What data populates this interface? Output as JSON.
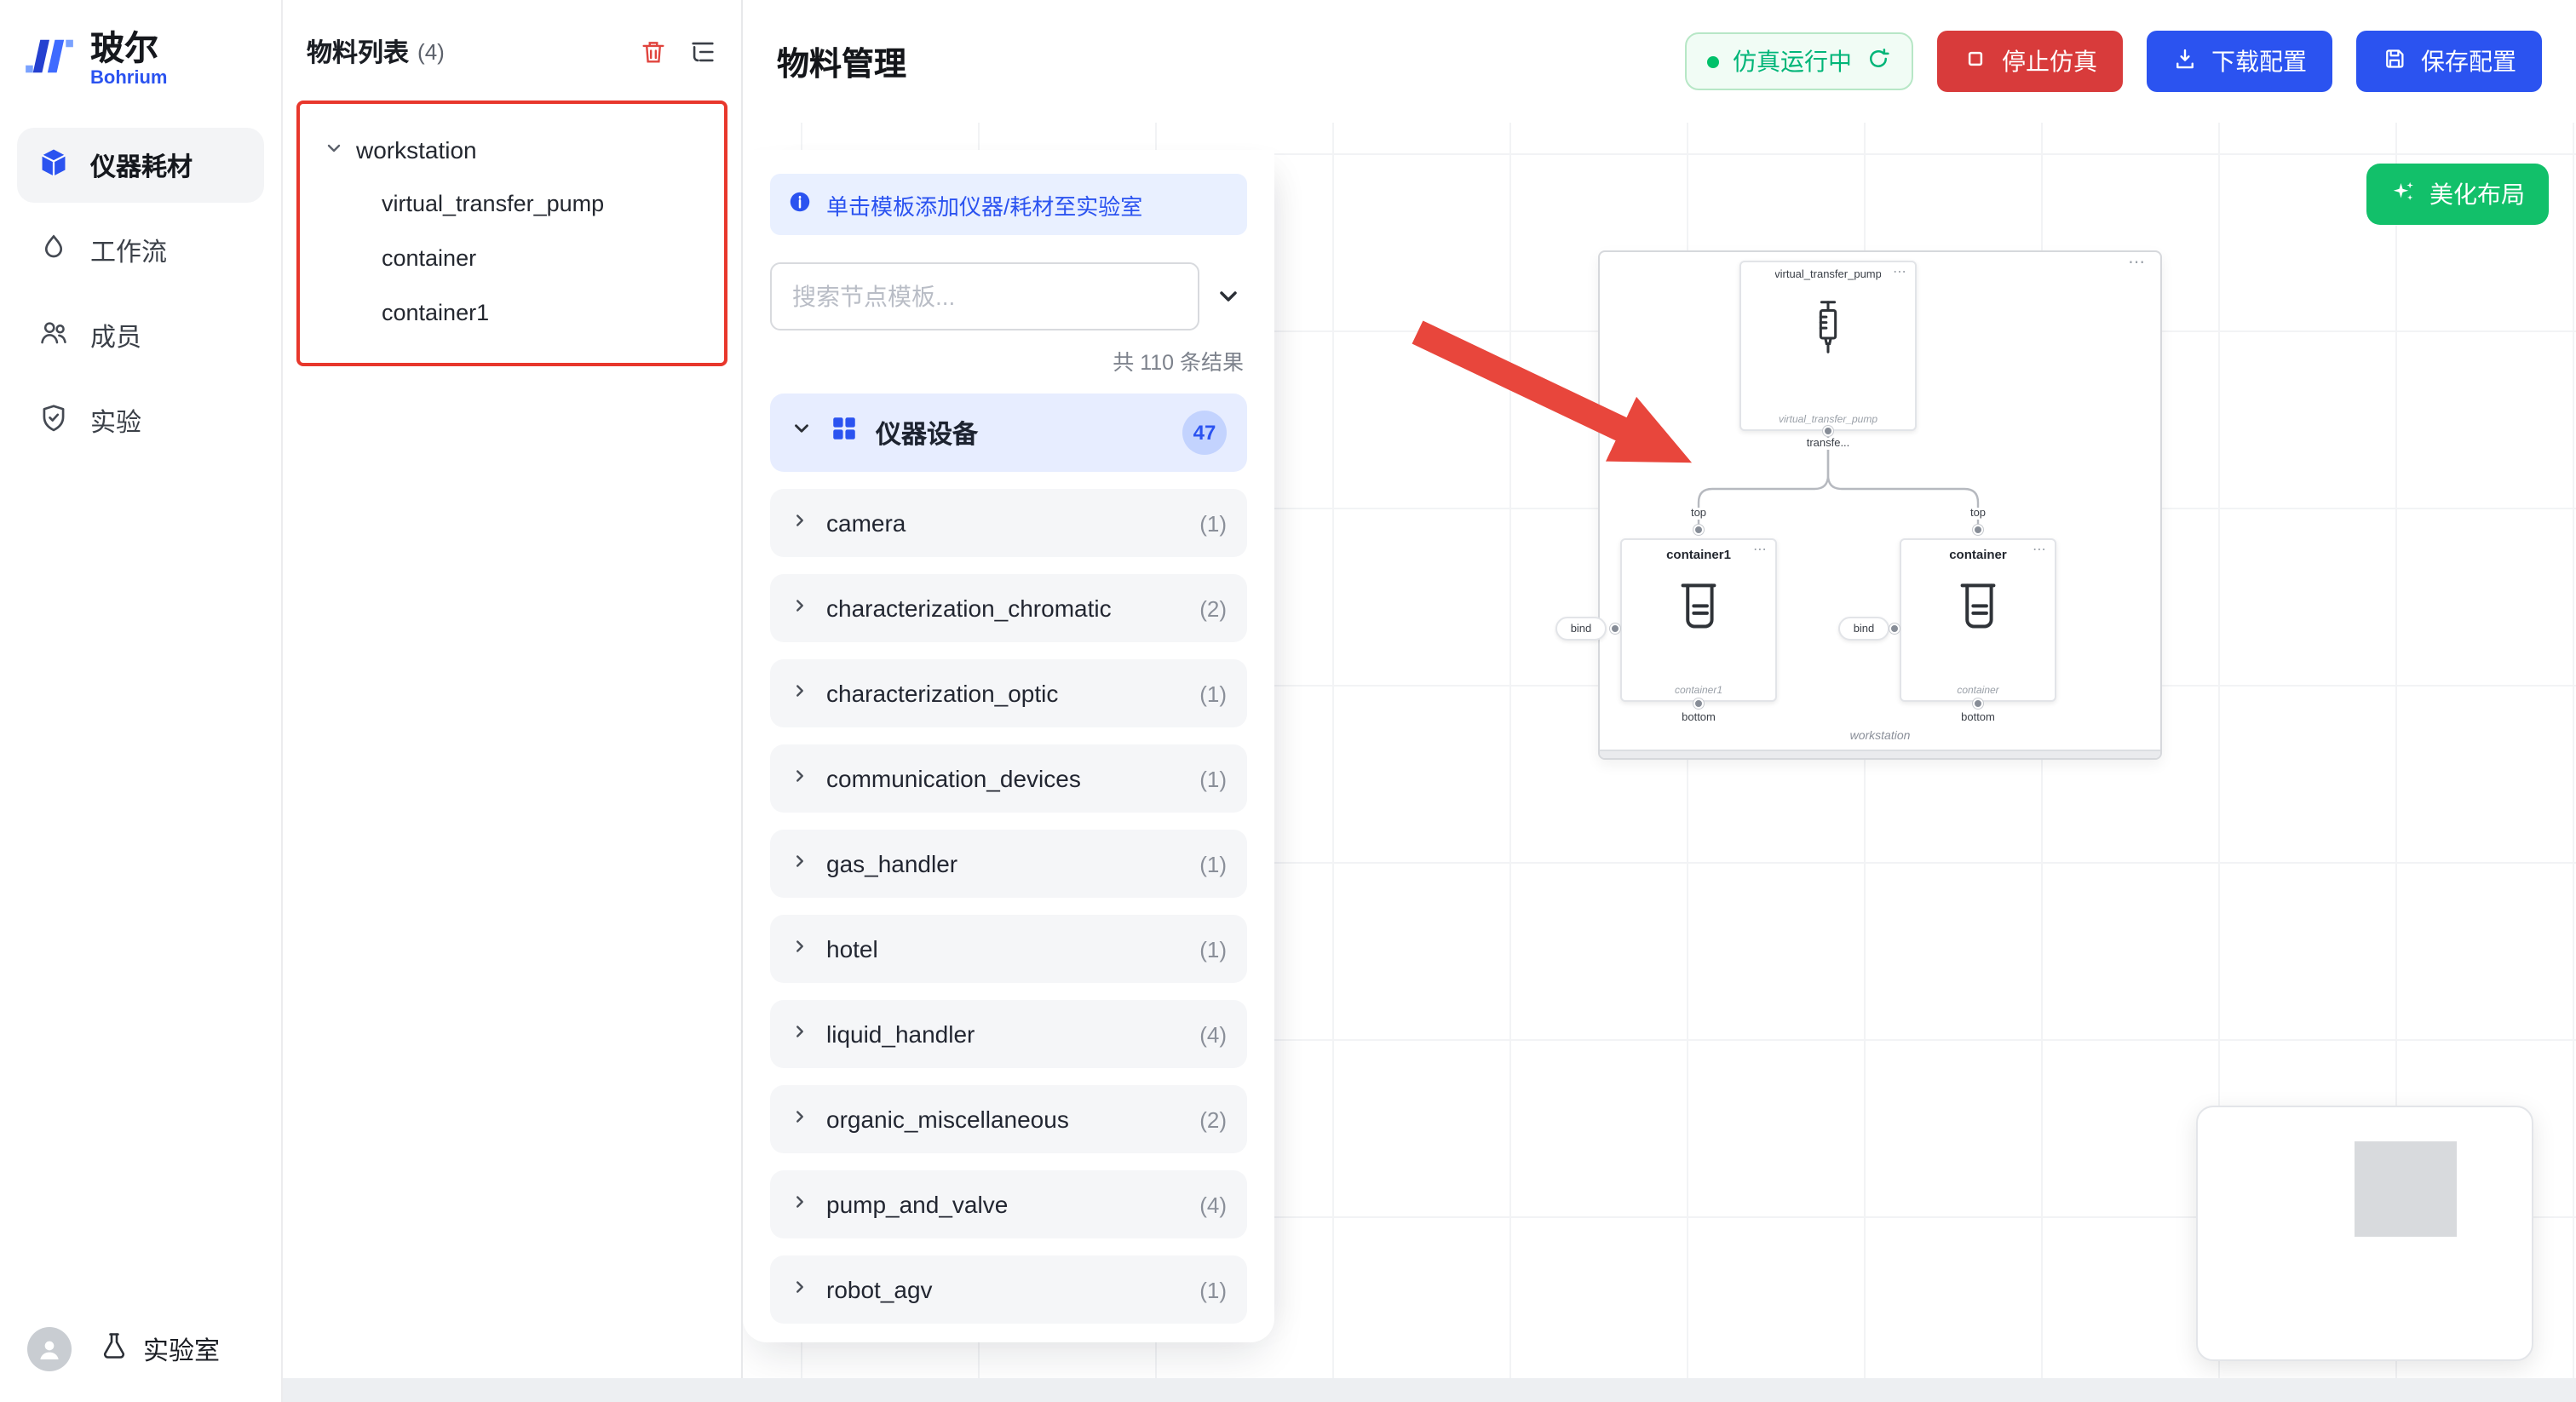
{
  "colors": {
    "accent_blue": "#2B53F0",
    "danger_red": "#D83B3B",
    "success_green": "#00B578",
    "beautify_green": "#12C06A",
    "annotation_arrow_red": "#E8463C",
    "highlight_box_red": "#E8372C"
  },
  "sidebar": {
    "logo": {
      "cn": "玻尔",
      "en": "Bohrium"
    },
    "items": [
      {
        "label": "仪器耗材",
        "active": true
      },
      {
        "label": "工作流",
        "active": false
      },
      {
        "label": "成员",
        "active": false
      },
      {
        "label": "实验",
        "active": false
      }
    ],
    "footer": {
      "lab_label": "实验室"
    }
  },
  "materials_panel": {
    "title": "物料列表",
    "count": "(4)",
    "tree": {
      "root": "workstation",
      "children": [
        "virtual_transfer_pump",
        "container",
        "container1"
      ]
    }
  },
  "header": {
    "title": "物料管理",
    "status": "仿真运行中",
    "stop": "停止仿真",
    "download": "下载配置",
    "save": "保存配置"
  },
  "template_panel": {
    "banner": "单击模板添加仪器/耗材至实验室",
    "search_placeholder": "搜索节点模板...",
    "results": "共 110 条结果",
    "category": {
      "label": "仪器设备",
      "count": "47"
    },
    "items": [
      {
        "label": "camera",
        "count": "(1)"
      },
      {
        "label": "characterization_chromatic",
        "count": "(2)"
      },
      {
        "label": "characterization_optic",
        "count": "(1)"
      },
      {
        "label": "communication_devices",
        "count": "(1)"
      },
      {
        "label": "gas_handler",
        "count": "(1)"
      },
      {
        "label": "hotel",
        "count": "(1)"
      },
      {
        "label": "liquid_handler",
        "count": "(4)"
      },
      {
        "label": "organic_miscellaneous",
        "count": "(2)"
      },
      {
        "label": "pump_and_valve",
        "count": "(4)"
      },
      {
        "label": "robot_agv",
        "count": "(1)"
      }
    ]
  },
  "canvas": {
    "beautify_label": "美化布局",
    "workstation_label": "workstation",
    "pump": {
      "title": "virtual_transfer_pump",
      "subtitle": "virtual_transfer_pump",
      "port_label": "transfe..."
    },
    "containers": [
      {
        "title": "container1",
        "subtitle": "container1",
        "top_label": "top",
        "bottom_label": "bottom",
        "bind_label": "bind"
      },
      {
        "title": "container",
        "subtitle": "container",
        "top_label": "top",
        "bottom_label": "bottom",
        "bind_label": "bind"
      }
    ]
  },
  "icons": {
    "trash-icon": "delete material",
    "tree-toggle-icon": "list/tree view",
    "refresh-icon": "simulation running refresh",
    "stop-icon": "stop square",
    "download-icon": "download",
    "save-icon": "save",
    "info-icon": "info",
    "sparkle-icon": "beautify layout",
    "syringe-icon": "virtual transfer pump",
    "beaker-icon": "container"
  }
}
